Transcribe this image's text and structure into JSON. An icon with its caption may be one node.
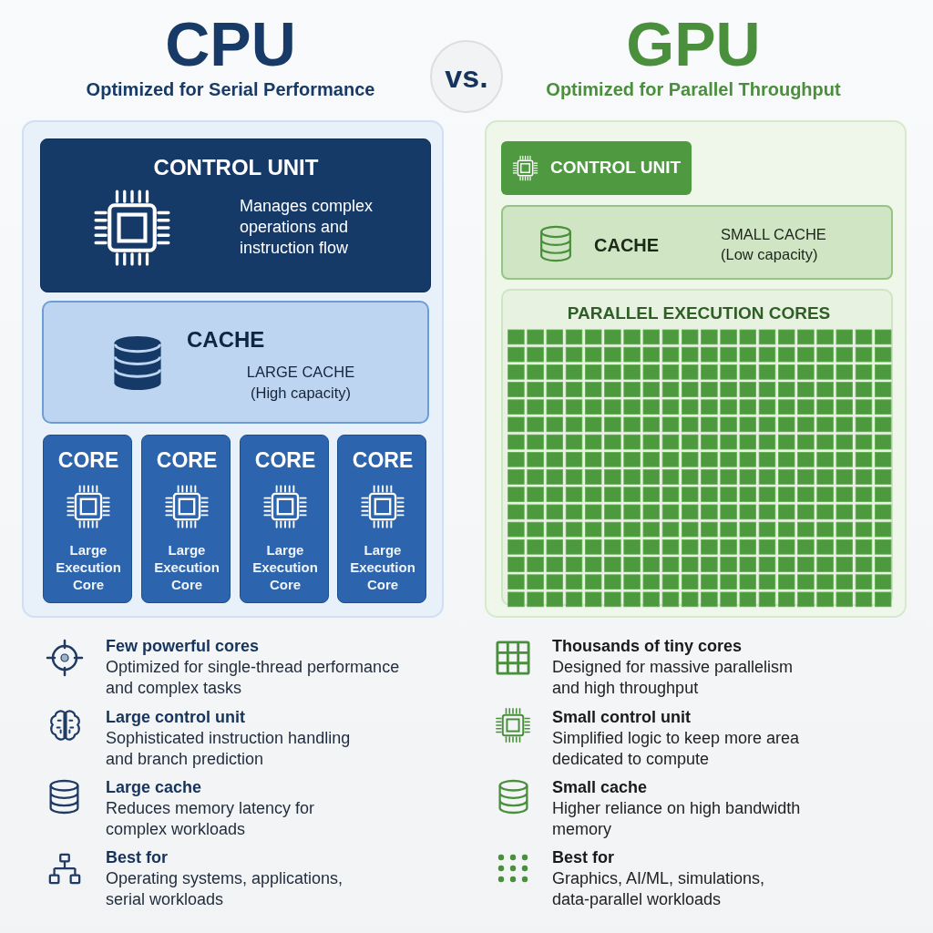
{
  "diagram": {
    "nodes": [
      {
        "text": [
          "CPU",
          "Optimized for Serial Performance"
        ]
      },
      {
        "text": [
          "CONTROL UNIT",
          "Manages complex operations and instruction flow"
        ],
        "in": 0
      },
      {
        "text": [
          "CACHE",
          "LARGE CACHE (High capacity)"
        ],
        "in": 0
      },
      {
        "text": [
          "CORE",
          "Large Execution Core"
        ],
        "in": 0
      },
      {
        "text": [
          "CORE",
          "Large Execution Core"
        ],
        "in": 0
      },
      {
        "text": [
          "CORE",
          "Large Execution Core"
        ],
        "in": 0
      },
      {
        "text": [
          "CORE",
          "Large Execution Core"
        ],
        "in": 0
      },
      {
        "text": [
          "vs."
        ]
      },
      {
        "text": [
          "GPU",
          "Optimized for Parallel Throughput"
        ]
      },
      {
        "text": [
          "CONTROL UNIT"
        ],
        "in": 8
      },
      {
        "text": [
          "CACHE",
          "SMALL CACHE (Low capacity)"
        ],
        "in": 8
      },
      {
        "text": [
          "PARALLEL EXECUTION CORES"
        ],
        "in": 8
      }
    ],
    "labels": [
      "Few powerful cores",
      "Optimized for single-thread performance and complex tasks",
      "Large control unit",
      "Sophisticated instruction handling and branch prediction",
      "Large cache",
      "Reduces memory latency for complex workloads",
      "Best for",
      "Operating systems, applications, serial workloads",
      "Thousands of tiny cores",
      "Designed for massive parallelism and high throughput",
      "Small control unit",
      "Simplified logic to keep more area dedicated to compute",
      "Small cache",
      "Higher reliance on high bandwidth memory",
      "Best for",
      "Graphics, AI/ML, simulations, data-parallel workloads"
    ]
  }
}
